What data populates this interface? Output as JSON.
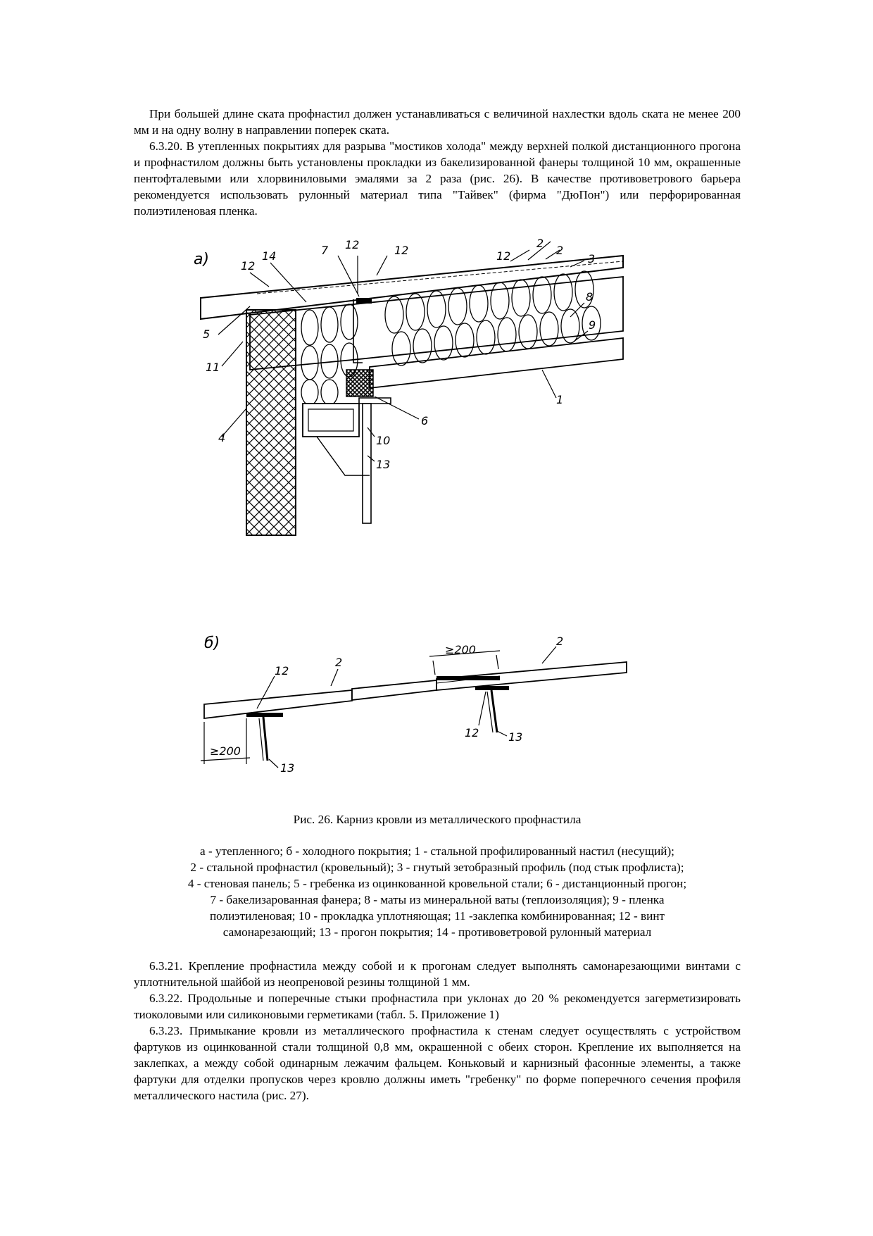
{
  "paragraphs_top": [
    "При большей длине ската профнастил должен устанавливаться с величиной нахлестки вдоль ската не менее 200 мм и на одну волну в направлении поперек ската.",
    "6.3.20. В утепленных покрытиях для разрыва \"мостиков холода\" между верхней полкой дистанционного прогона и профнастилом должны быть установлены прокладки из бакелизированной фанеры толщиной 10 мм, окрашенные пентофталевыми или хлорвиниловыми эмалями за 2 раза (рис. 26). В качестве противоветрового барьера рекомендуется использовать рулонный материал типа \"Тайвек\" (фирма \"ДюПон\") или перфорированная полиэтиленовая пленка."
  ],
  "figure_a": {
    "label": "а)",
    "callouts": {
      "c2a": "2",
      "c12a": "12",
      "c2b": "2",
      "c3": "3",
      "c7": "7",
      "c12b": "12",
      "c12c": "12",
      "c12d": "12",
      "c14": "14",
      "c8": "8",
      "c9": "9",
      "c5": "5",
      "c11": "11",
      "c1": "1",
      "c6": "6",
      "c10": "10",
      "c4": "4",
      "c13": "13"
    }
  },
  "figure_b": {
    "label": "б)",
    "dim_top": "≥200",
    "dim_bottom": "≥200",
    "callouts": {
      "c2r": "2",
      "c2m": "2",
      "c12l": "12",
      "c12r": "12",
      "c13l": "13",
      "c13r": "13"
    }
  },
  "caption": "Рис. 26. Карниз кровли из металлического профнастила",
  "legend_lines": [
    "а - утепленного; б - холодного покрытия; 1 - стальной профилированный настил (несущий);",
    "2 - стальной профнастил (кровельный); 3 - гнутый зетобразный профиль (под стык профлиста);",
    "4 - стеновая панель; 5 - гребенка из оцинкованной кровельной стали; 6 - дистанционный прогон;",
    "7 - бакелизарованная фанера; 8 - маты из минеральной ваты (теплоизоляция); 9 - пленка",
    "полиэтиленовая; 10 - прокладка уплотняющая; 11 -заклепка комбинированная; 12 - винт",
    "самонарезающий; 13 - прогон покрытия; 14 - противоветровой рулонный материал"
  ],
  "paragraphs_bottom": [
    "6.3.21. Крепление профнастила между собой и к прогонам следует выполнять самонарезающими винтами с уплотнительной шайбой из неопреновой резины толщиной 1 мм.",
    "6.3.22. Продольные и поперечные стыки профнастила при уклонах до 20 % рекомендуется загерметизировать тиоколовыми или силиконовыми герметиками (табл. 5. Приложение 1)",
    "6.3.23. Примыкание кровли из металлического профнастила к стенам следует осуществлять с устройством фартуков из оцинкованной стали толщиной 0,8 мм, окрашенной с обеих сторон. Крепление их выполняется на заклепках, а между собой одинарным лежачим фальцем. Коньковый и карнизный фасонные элементы, а также фартуки для отделки пропусков через кровлю должны иметь \"гребенку\" по форме поперечного сечения профиля металлического настила (рис. 27)."
  ]
}
